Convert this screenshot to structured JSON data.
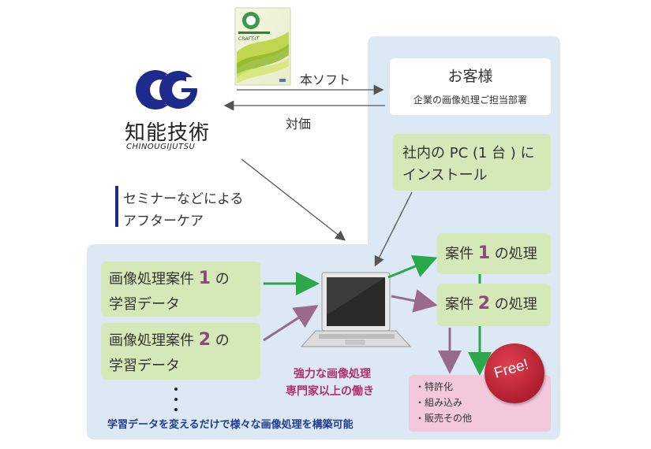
{
  "company": {
    "name_jp": "知能技術",
    "name_en": "CHINOUGIJUTSU"
  },
  "product": {
    "box_label": "CRAFT-IT"
  },
  "flows": {
    "software_label": "本ソフト",
    "payment_label": "対価"
  },
  "client": {
    "title": "お客様",
    "subtitle": "企業の画像処理ご担当部署"
  },
  "install": {
    "line1": "社内の PC (1 台 ) に",
    "line2": "インストール"
  },
  "aftercare": {
    "line1": "セミナーなどによる",
    "line2": "アフターケア"
  },
  "training": [
    {
      "prefix": "画像処理案件 ",
      "num": "1",
      "suffix": " の",
      "line2": "学習データ"
    },
    {
      "prefix": "画像処理案件 ",
      "num": "2",
      "suffix": " の",
      "line2": "学習データ"
    }
  ],
  "cases": [
    {
      "prefix": "案件 ",
      "num": "1",
      "suffix": " の処理"
    },
    {
      "prefix": "案件 ",
      "num": "2",
      "suffix": " の処理"
    }
  ],
  "laptop_caption": {
    "line1": "強力な画像処理",
    "line2": "専門家以上の働き"
  },
  "free_badge": "Free!",
  "free_items": [
    "・特許化",
    "・組み込み",
    "・販売その他"
  ],
  "dots": "・\n・\n・",
  "bottom_caption": "学習データを変えるだけで様々な画像処理を構築可能",
  "colors": {
    "region_bg": "#dce9f5",
    "green_box": "#d5e8b8",
    "green_arrow": "#2aa84a",
    "purple_arrow": "#9a6a8a",
    "pink_box": "#f4c8dc",
    "free_red": "#b01828",
    "logo_blue": "#1e2a8c",
    "caption_blue": "#1f3d8f",
    "caption_pink": "#b0306a",
    "aftercare_bar": "#1e2a8c"
  }
}
